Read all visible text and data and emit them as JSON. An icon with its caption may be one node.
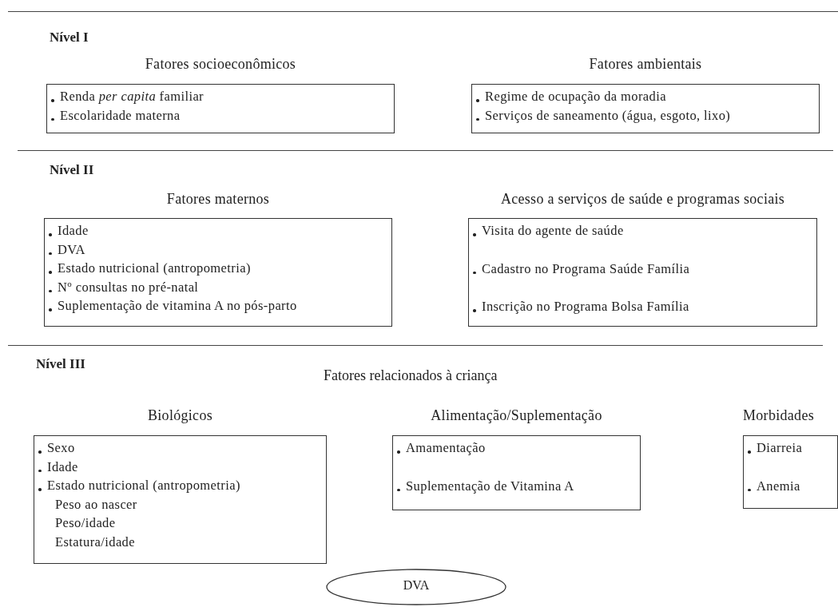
{
  "diagram": {
    "nodes": [
      {
        "text": [
          "Fatores socioeconômicos",
          "Renda *per capita* familiar",
          "Escolaridade materna"
        ]
      },
      {
        "text": [
          "Fatores ambientais",
          "Regime de ocupação da moradia",
          "Serviços de saneamento (água, esgoto, lixo)"
        ]
      },
      {
        "text": [
          "Fatores maternos",
          "Idade",
          "DVA",
          "Estado nutricional (antropometria)",
          "N$^{o}$ consultas no pré-natal",
          "Suplementação de vitamina A no pós-parto"
        ]
      },
      {
        "text": [
          "Acesso a serviços de saúde e programas sociais",
          "Visita do agente de saúde",
          "Cadastro no Programa Saúde Família",
          "Inscrição no Programa Bolsa Família"
        ]
      },
      {
        "text": [
          "Biológicos",
          "Sexo",
          "Idade",
          "Estado nutricional (antropometria)",
          "Peso ao nascer",
          "Peso/idade",
          "Estatura/idade"
        ]
      },
      {
        "text": [
          "Alimentação/Suplementação",
          "Amamentação",
          "Suplementação de Vitamina A"
        ]
      },
      {
        "text": [
          "Morbidades",
          "Diarreia",
          "Anemia"
        ]
      },
      {
        "text": [
          "DVA"
        ]
      }
    ],
    "labels": [
      "Nível I",
      "Nível II",
      "Nível III",
      "Fatores relacionados à criança"
    ]
  }
}
